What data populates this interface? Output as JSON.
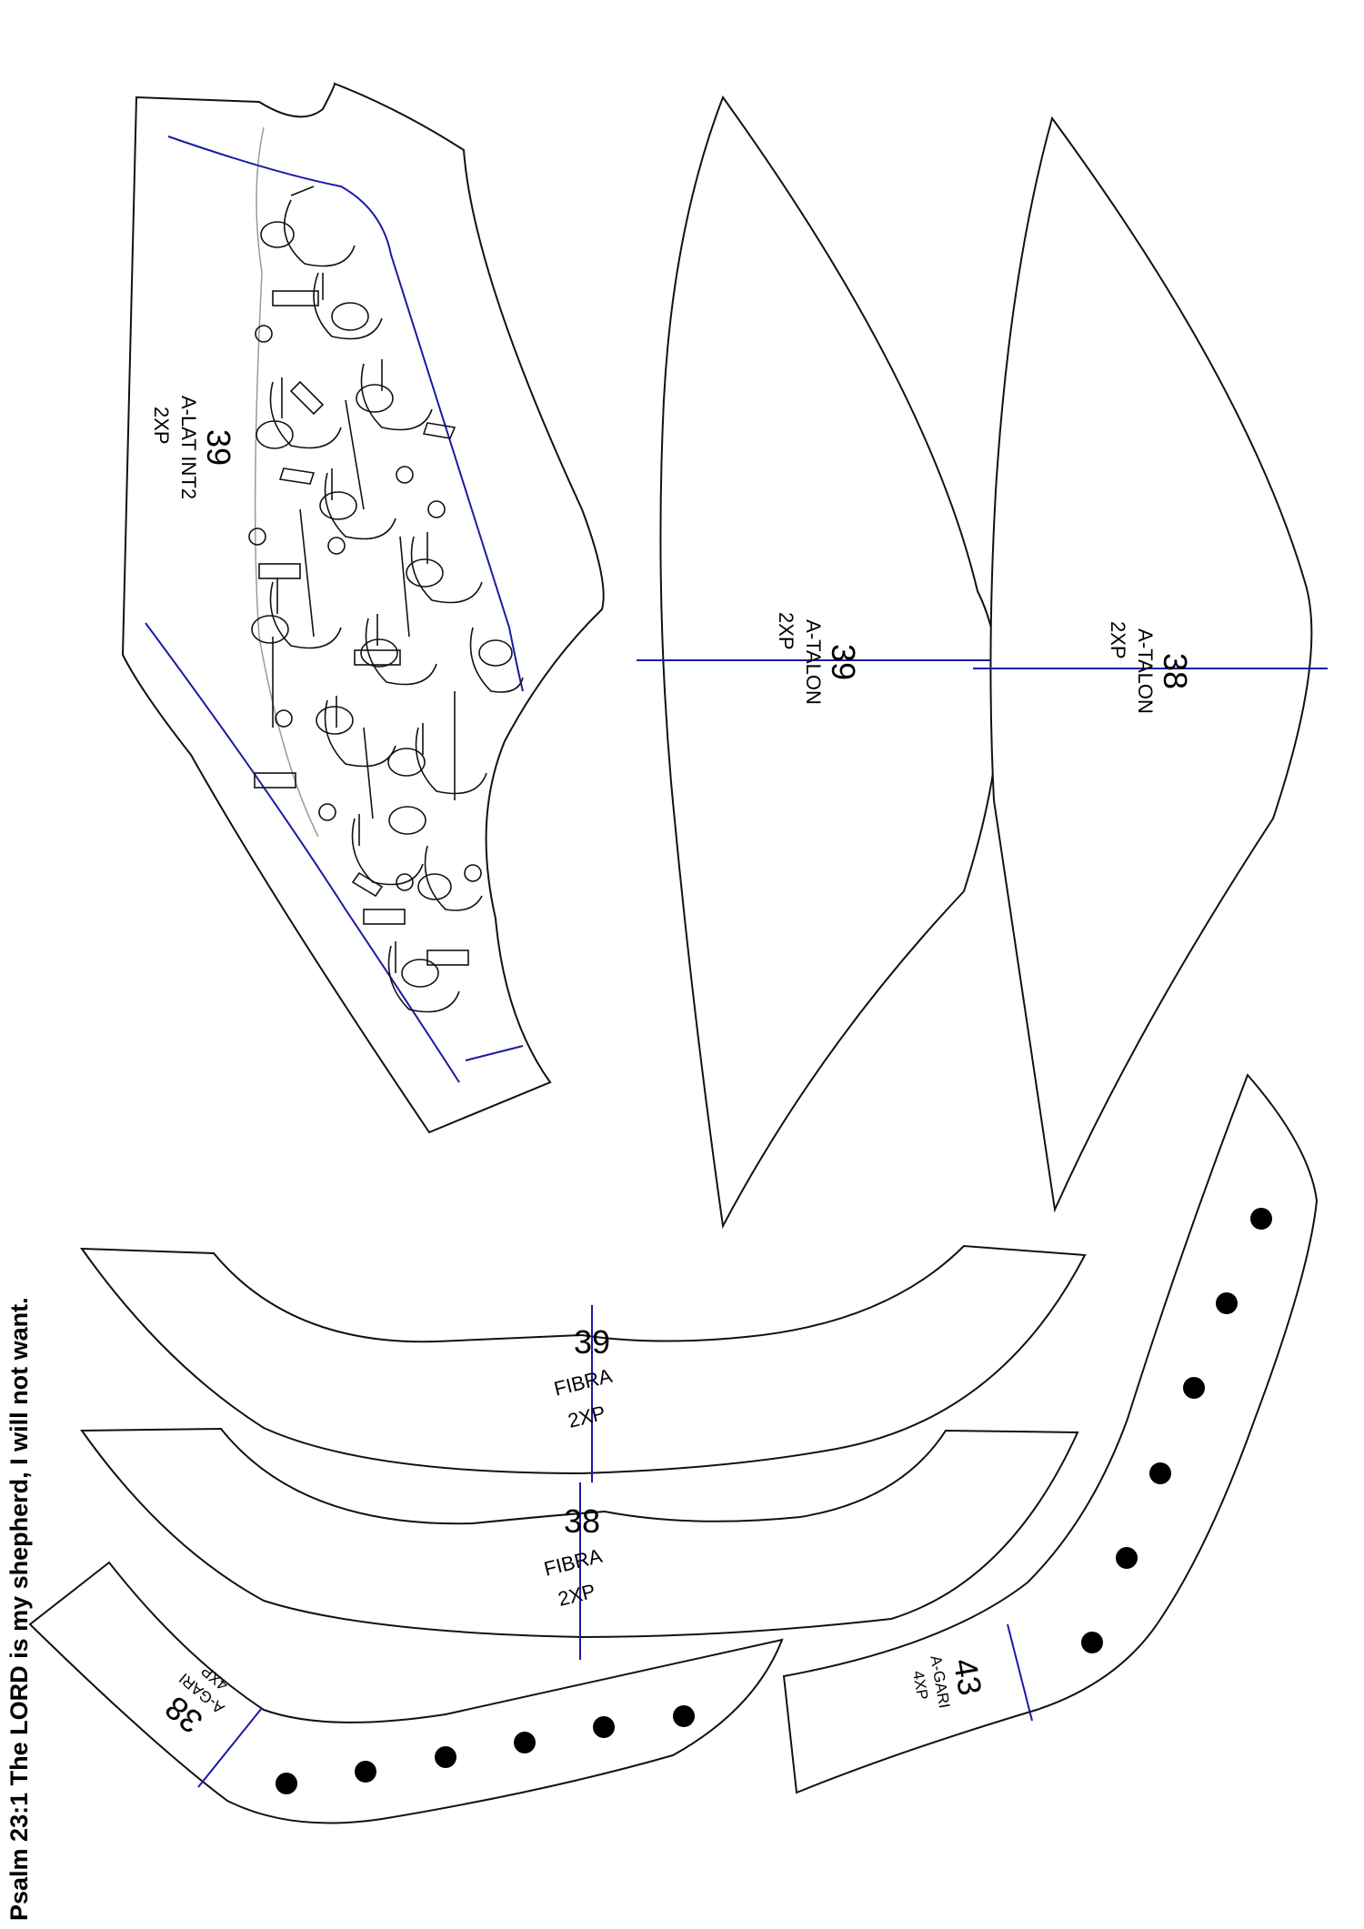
{
  "footer_text": "Psalm 23:1 The LORD is my shepherd, I will not want.",
  "colors": {
    "outline": "#111111",
    "guide": "#1a1aa6",
    "hole": "#000000"
  },
  "pieces": [
    {
      "id": "lat-int2-39",
      "number": "39",
      "name": "A-LAT INT2",
      "qty": "2XP"
    },
    {
      "id": "talon-39",
      "number": "39",
      "name": "A-TALON",
      "qty": "2XP"
    },
    {
      "id": "talon-38",
      "number": "38",
      "name": "A-TALON",
      "qty": "2XP"
    },
    {
      "id": "fibra-39",
      "number": "39",
      "name": "FIBRA",
      "qty": "2XP"
    },
    {
      "id": "fibra-38",
      "number": "38",
      "name": "FIBRA",
      "qty": "2XP"
    },
    {
      "id": "gari-43",
      "number": "43",
      "name": "A-GARI",
      "qty": "4XP",
      "holes": 6
    },
    {
      "id": "gari-38",
      "number": "38",
      "name": "A-GARI",
      "qty": "4XP",
      "holes": 6
    }
  ]
}
